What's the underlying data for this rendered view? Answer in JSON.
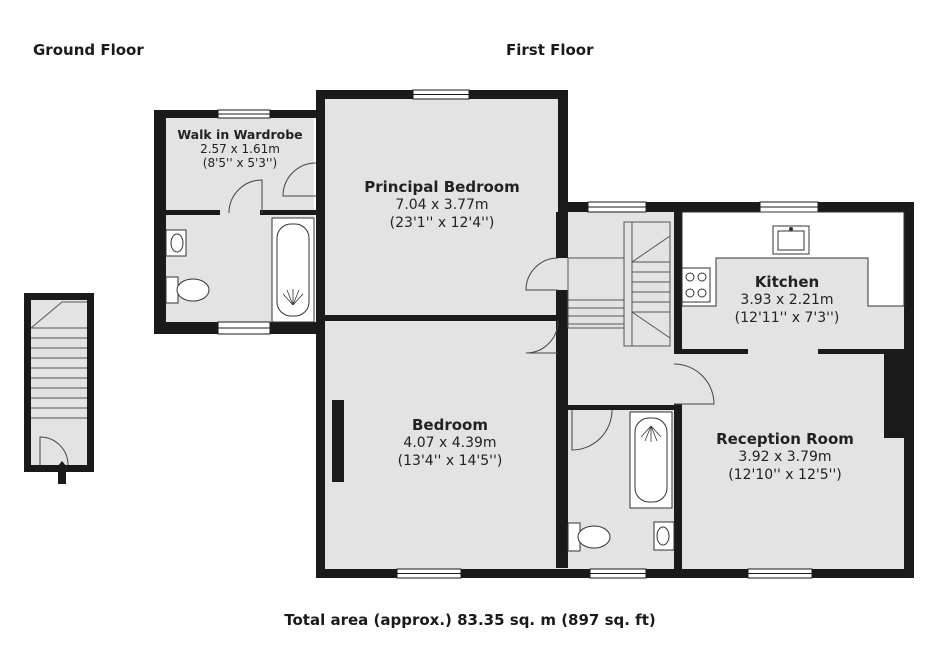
{
  "floors": {
    "ground": "Ground Floor",
    "first": "First Floor"
  },
  "rooms": {
    "wardrobe": {
      "name": "Walk in Wardrobe",
      "metric": "2.57 x 1.61m",
      "imperial": "(8'5'' x 5'3'')"
    },
    "principal": {
      "name": "Principal Bedroom",
      "metric": "7.04 x 3.77m",
      "imperial": "(23'1'' x 12'4'')"
    },
    "kitchen": {
      "name": "Kitchen",
      "metric": "3.93 x 2.21m",
      "imperial": "(12'11'' x 7'3'')"
    },
    "bedroom": {
      "name": "Bedroom",
      "metric": "4.07 x 4.39m",
      "imperial": "(13'4'' x 14'5'')"
    },
    "reception": {
      "name": "Reception Room",
      "metric": "3.92 x 3.79m",
      "imperial": "(12'10'' x 12'5'')"
    }
  },
  "total_area": "Total area (approx.) 83.35 sq. m (897 sq. ft)",
  "colors": {
    "wall": "#1a1a1a",
    "floor": "#e3e3e3",
    "fixture": "#ffffff"
  },
  "icons": [
    "entrance-arrow-icon",
    "window-icon",
    "door-swing-icon",
    "toilet-icon",
    "bath-icon",
    "basin-icon",
    "hob-icon",
    "sink-icon",
    "stairs-icon"
  ]
}
